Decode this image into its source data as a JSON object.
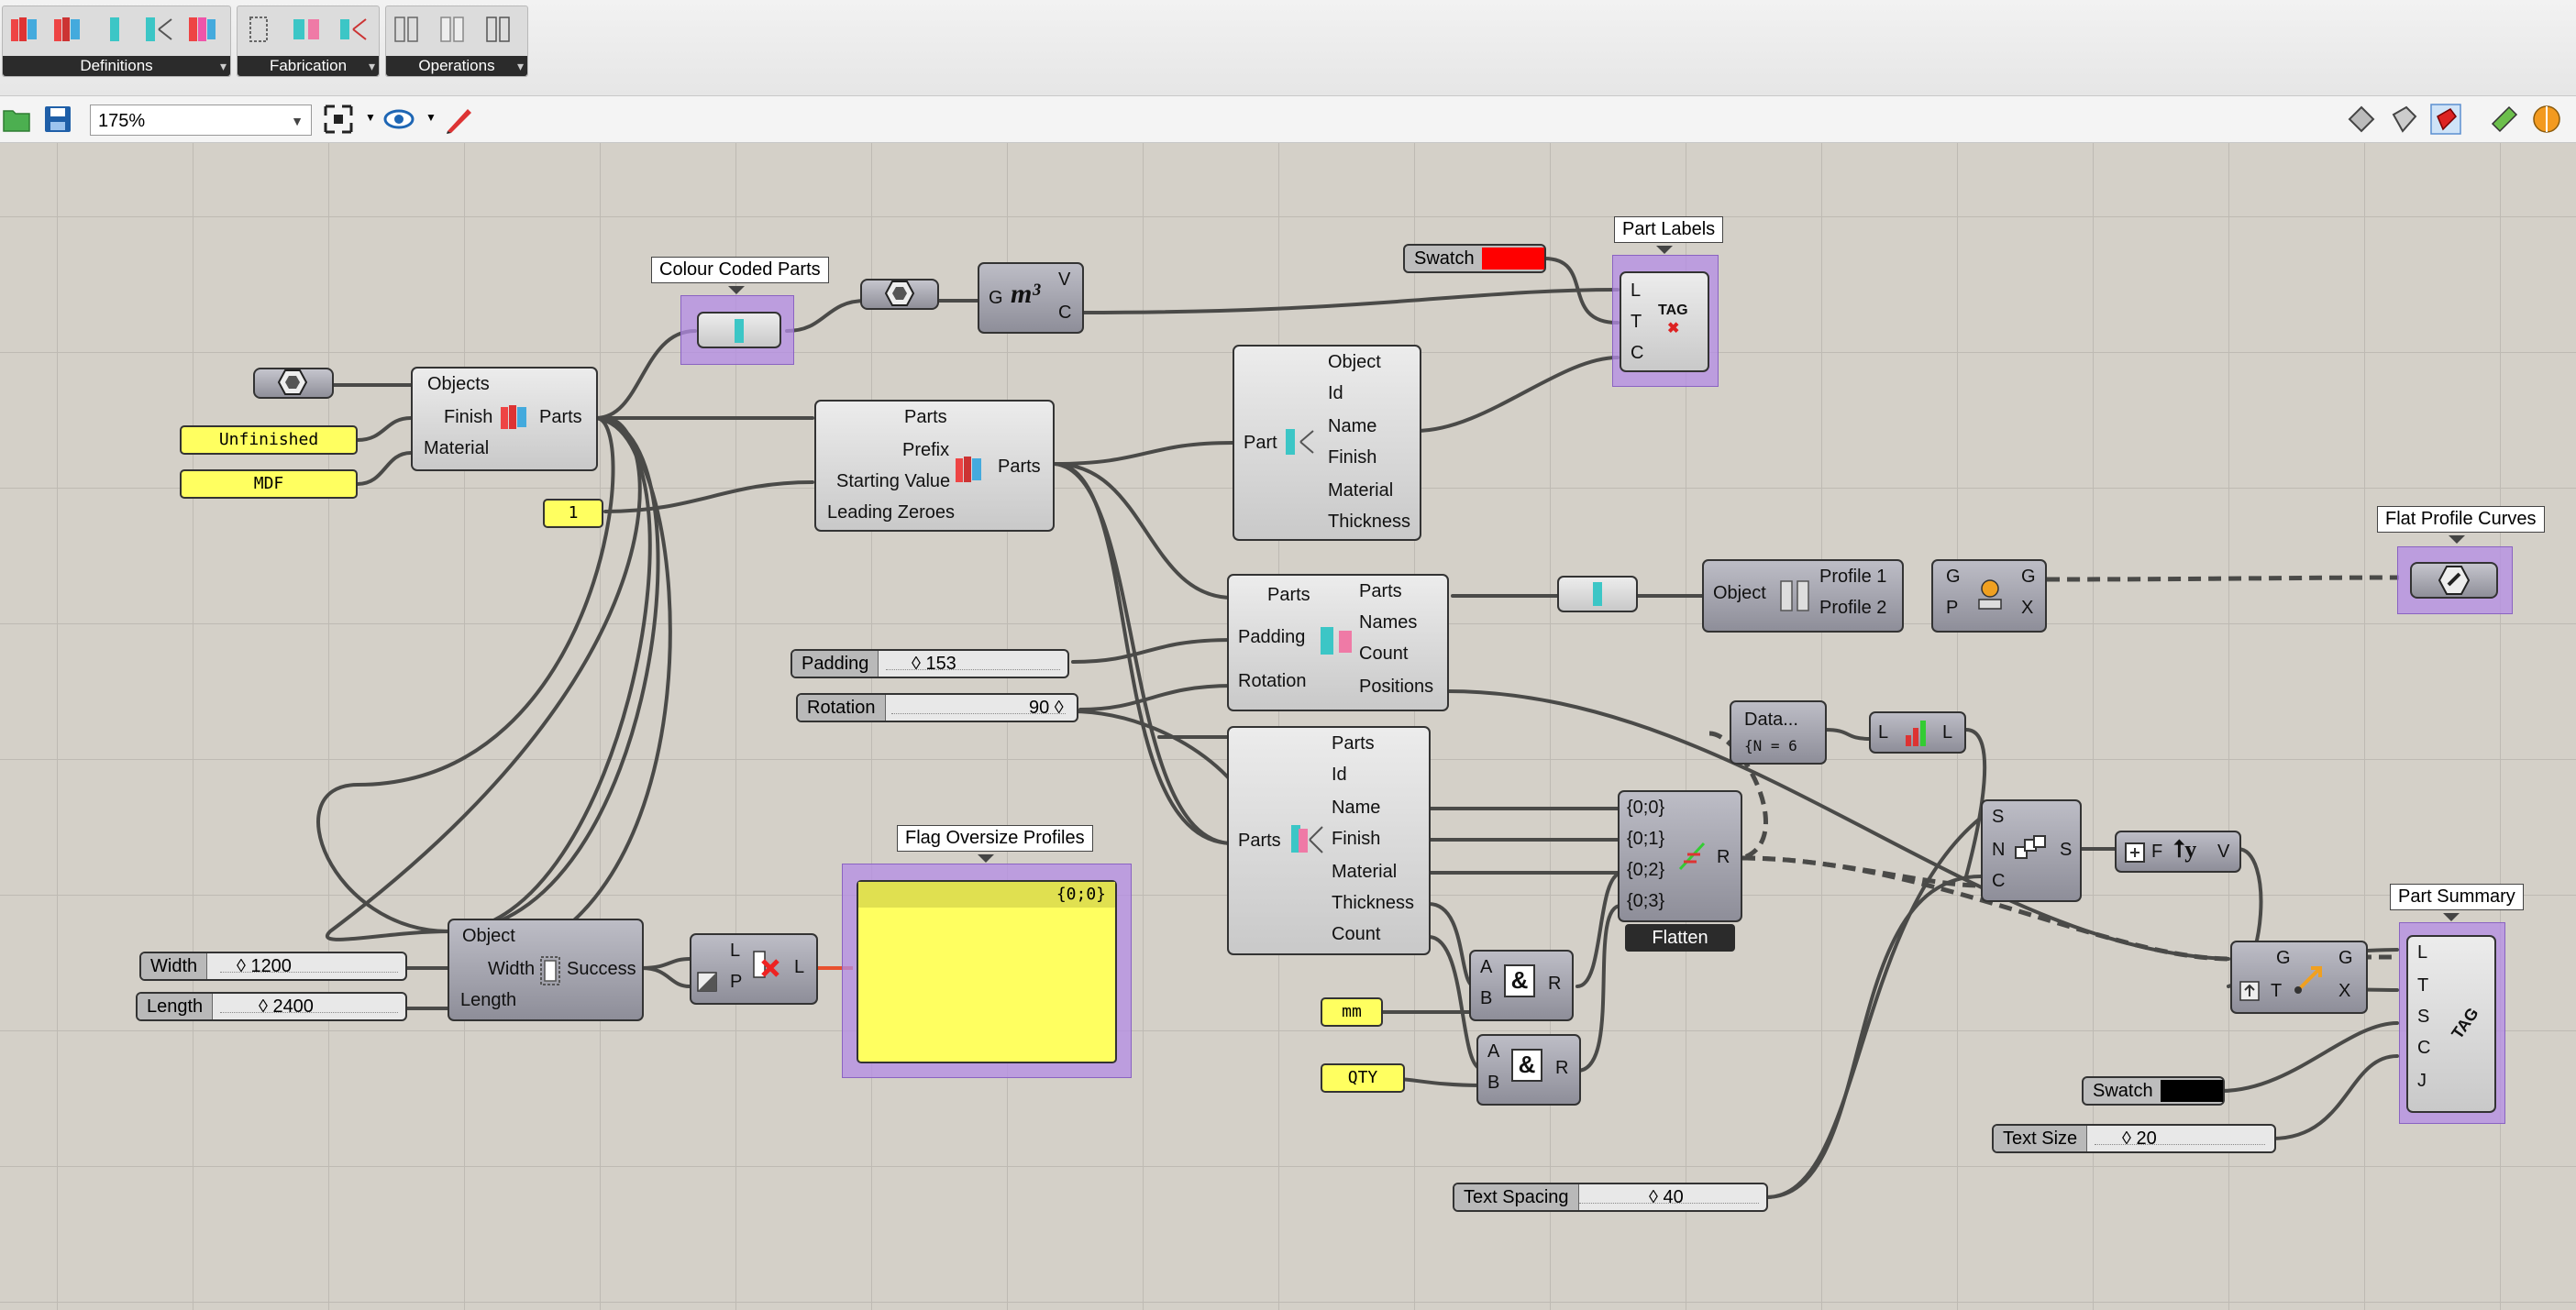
{
  "ribbon": {
    "groups": [
      {
        "label": "Definitions"
      },
      {
        "label": "Fabrication"
      },
      {
        "label": "Operations"
      }
    ]
  },
  "toolbar": {
    "zoom": "175%"
  },
  "groups": {
    "colour_coded": "Colour Coded Parts",
    "part_labels": "Part Labels",
    "flat_profile": "Flat Profile Curves",
    "flag_oversize": "Flag Oversize Profiles",
    "part_summary": "Part Summary"
  },
  "panels": {
    "unfinished": "Unfinished",
    "mdf": "MDF",
    "one": "1",
    "mm": "mm",
    "qty": "QTY",
    "flag_path": "{0;0}"
  },
  "sliders": {
    "padding": {
      "name": "Padding",
      "value": "◊ 153"
    },
    "rotation": {
      "name": "Rotation",
      "value": "90 ◊"
    },
    "width": {
      "name": "Width",
      "value": "◊ 1200"
    },
    "length": {
      "name": "Length",
      "value": "◊ 2400"
    },
    "text_size": {
      "name": "Text Size",
      "value": "◊ 20"
    },
    "text_spacing": {
      "name": "Text Spacing",
      "value": "◊ 40"
    }
  },
  "swatches": {
    "swatch1": {
      "name": "Swatch",
      "color": "#ff0000"
    },
    "swatch2": {
      "name": "Swatch",
      "color": "#000000"
    }
  },
  "components": {
    "define_parts": {
      "inputs": [
        "Objects",
        "Finish",
        "Material"
      ],
      "outputs": [
        "Parts"
      ]
    },
    "number_parts": {
      "inputs": [
        "Parts",
        "Prefix",
        "Starting Value",
        "Leading Zeroes"
      ],
      "outputs": [
        "Parts"
      ]
    },
    "volume": {
      "inputs": [
        "G"
      ],
      "outputs": [
        "V",
        "C"
      ]
    },
    "deconstruct": {
      "inputs": [
        "Part"
      ],
      "outputs": [
        "Object",
        "Id",
        "Name",
        "Finish",
        "Material",
        "Thickness"
      ]
    },
    "layout": {
      "inputs": [
        "Parts",
        "Padding",
        "Rotation"
      ],
      "outputs": [
        "Parts",
        "Names",
        "Count",
        "Positions"
      ]
    },
    "profile": {
      "inputs": [
        "Object"
      ],
      "outputs": [
        "Profile 1",
        "Profile 2"
      ]
    },
    "orient": {
      "inputs": [
        "G",
        "P"
      ],
      "outputs": [
        "G",
        "X"
      ]
    },
    "summary": {
      "inputs": [
        "Parts"
      ],
      "outputs": [
        "Parts",
        "Id",
        "Name",
        "Finish",
        "Material",
        "Thickness",
        "Count"
      ]
    },
    "oversize": {
      "inputs": [
        "Object",
        "Width",
        "Length"
      ],
      "outputs": [
        "Success"
      ]
    },
    "dispatch": {
      "inputs": [
        "L",
        "P"
      ],
      "outputs": [
        "L"
      ]
    },
    "tag1": {
      "inputs": [
        "L",
        "T",
        "C"
      ]
    },
    "tag2": {
      "inputs": [
        "L",
        "T",
        "S",
        "C",
        "J"
      ]
    },
    "data": {
      "label": "Data...",
      "value": "{N = 6"
    },
    "longest": {
      "inputs": [
        "L"
      ],
      "outputs": [
        "L"
      ]
    },
    "series": {
      "inputs": [
        "S",
        "N",
        "C"
      ],
      "outputs": [
        "S"
      ]
    },
    "expression": {
      "inputs": [
        "F"
      ],
      "outputs": [
        "V"
      ]
    },
    "move": {
      "inputs": [
        "G",
        "T"
      ],
      "outputs": [
        "G",
        "X"
      ]
    },
    "concat1": {
      "inputs": [
        "A",
        "B"
      ],
      "outputs": [
        "R"
      ]
    },
    "concat2": {
      "inputs": [
        "A",
        "B"
      ],
      "outputs": [
        "R"
      ]
    },
    "merge": {
      "inputs": [
        "{0;0}",
        "{0;1}",
        "{0;2}",
        "{0;3}"
      ],
      "outputs": [
        "R"
      ],
      "footer": "Flatten"
    }
  }
}
